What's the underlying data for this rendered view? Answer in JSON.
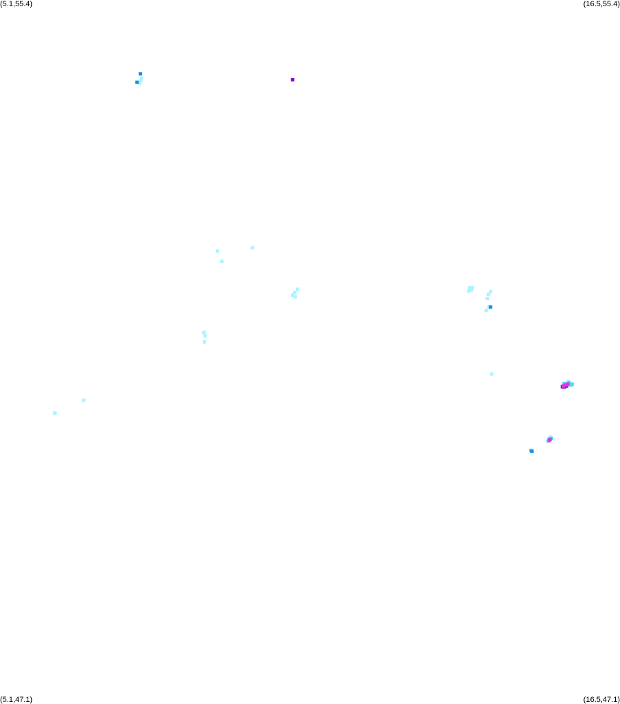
{
  "corners": {
    "top_left": "(5.1,55.4)",
    "top_right": "(16.5,55.4)",
    "bottom_left": "(5.1,47.1)",
    "bottom_right": "(16.5,47.1)"
  },
  "colors": {
    "light_cyan": "#aaf4ff",
    "cyan": "#55d8f0",
    "blue": "#1a8fe0",
    "purple": "#9400d3",
    "magenta": "#d63ae0"
  },
  "chart_data": {
    "type": "scatter",
    "title": "",
    "xlabel": "",
    "ylabel": "",
    "xlim": [
      5.1,
      16.5
    ],
    "ylim": [
      47.1,
      55.4
    ],
    "grid": false,
    "legend": "none",
    "series": [
      {
        "color": "#aaf4ff",
        "points": [
          [
            7.67,
            54.42
          ],
          [
            7.7,
            54.48
          ],
          [
            7.69,
            54.45
          ],
          [
            9.1,
            52.44
          ],
          [
            9.18,
            52.32
          ],
          [
            9.74,
            52.48
          ],
          [
            10.52,
            51.95
          ],
          [
            10.57,
            51.99
          ],
          [
            10.48,
            51.92
          ],
          [
            10.53,
            51.9
          ],
          [
            8.85,
            51.48
          ],
          [
            8.87,
            51.44
          ],
          [
            8.86,
            51.37
          ],
          [
            13.74,
            52.01
          ],
          [
            13.78,
            52.01
          ],
          [
            13.72,
            51.97
          ],
          [
            13.77,
            51.98
          ],
          [
            14.08,
            51.93
          ],
          [
            14.12,
            51.96
          ],
          [
            14.06,
            51.88
          ],
          [
            14.04,
            51.74
          ],
          [
            14.09,
            51.78
          ],
          [
            14.14,
            50.99
          ],
          [
            6.64,
            50.68
          ],
          [
            6.11,
            50.53
          ],
          [
            15.5,
            50.88
          ],
          [
            15.55,
            50.9
          ],
          [
            15.58,
            50.88
          ],
          [
            15.19,
            50.23
          ],
          [
            15.22,
            50.25
          ]
        ]
      },
      {
        "color": "#55d8f0",
        "points": [
          [
            15.45,
            50.85
          ],
          [
            15.52,
            50.87
          ],
          [
            15.6,
            50.86
          ],
          [
            15.49,
            50.84
          ],
          [
            15.56,
            50.89
          ],
          [
            15.62,
            50.87
          ],
          [
            15.47,
            50.88
          ],
          [
            15.18,
            50.2
          ],
          [
            15.24,
            50.23
          ],
          [
            14.86,
            50.09
          ]
        ]
      },
      {
        "color": "#1a8fe0",
        "points": [
          [
            7.62,
            54.43
          ],
          [
            7.68,
            54.53
          ],
          [
            14.12,
            51.78
          ],
          [
            15.21,
            50.22
          ],
          [
            14.88,
            50.08
          ]
        ]
      },
      {
        "color": "#9400d3",
        "points": [
          [
            10.48,
            54.46
          ],
          [
            15.44,
            50.84
          ],
          [
            15.48,
            50.84
          ],
          [
            15.52,
            50.85
          ]
        ]
      },
      {
        "color": "#d63ae0",
        "points": [
          [
            15.5,
            50.86
          ],
          [
            15.46,
            50.85
          ],
          [
            15.54,
            50.87
          ],
          [
            15.2,
            50.21
          ]
        ]
      }
    ]
  }
}
